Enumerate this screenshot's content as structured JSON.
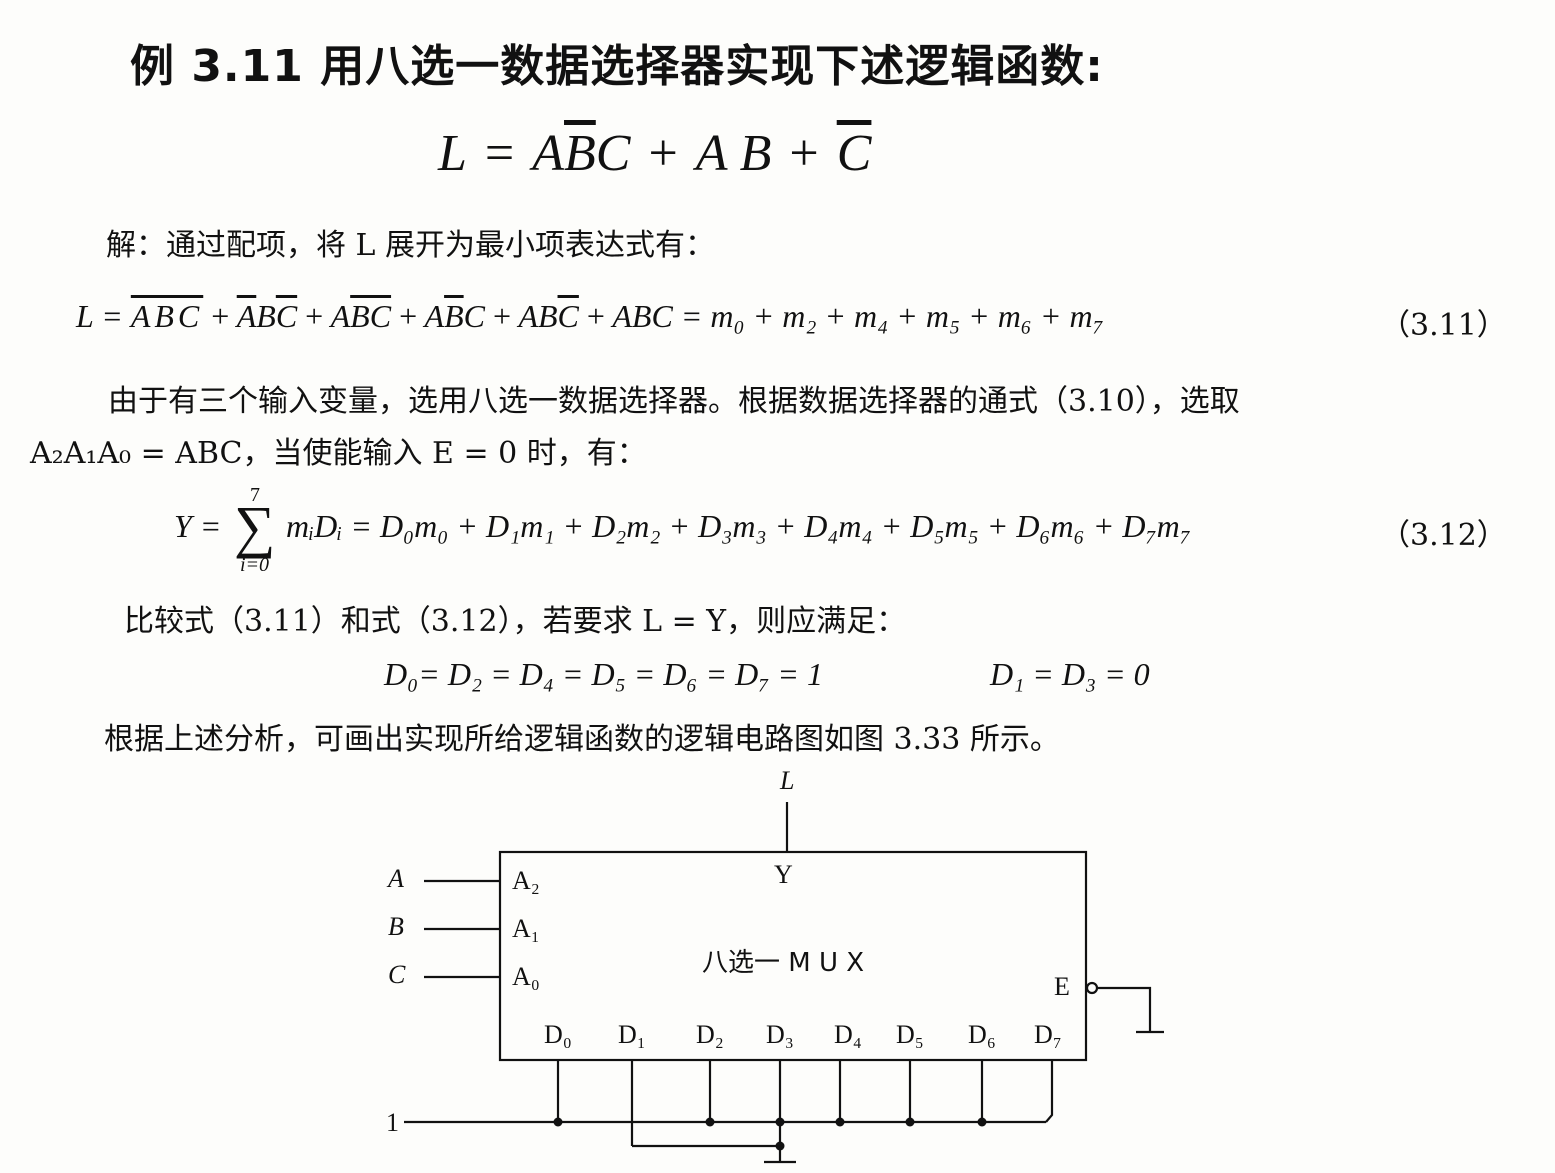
{
  "title": "例 3.11  用八选一数据选择器实现下述逻辑函数:",
  "main_equation": {
    "lhs": "L",
    "eq": "=",
    "t1a": "A",
    "t1b": "B",
    "t1c": "C",
    "plus": "+",
    "t2": "A B",
    "t3": "C"
  },
  "solution_intro": "解：通过配项，将 L 展开为最小项表达式有：",
  "eq311": {
    "L": "L =",
    "terms": [
      "ABC",
      "ABC",
      "ABC",
      "ABC",
      "ABC",
      "ABC"
    ],
    "rhs": "= m₀ + m₂ + m₄ + m₅ + m₆ + m₇",
    "number": "（3.11）"
  },
  "para2_line1": "由于有三个输入变量，选用八选一数据选择器。根据数据选择器的通式（3.10），选取",
  "para2_line2": "A₂A₁A₀ = ABC，当使能输入 E = 0 时，有：",
  "eq312": {
    "lhs": "Y =",
    "sum_top": "7",
    "sum_bottom": "i=0",
    "rhs": "mᵢDᵢ = D₀m₀ + D₁m₁ + D₂m₂ + D₃m₃ + D₄m₄ + D₅m₅ + D₆m₆ + D₇m₇",
    "number": "（3.12）"
  },
  "compare": "比较式（3.11）和式（3.12），若要求 L = Y，则应满足：",
  "conditions": {
    "ones": "D₀= D₂ = D₄ = D₅ = D₆ = D₇ = 1",
    "zeros": "D₁ = D₃ = 0"
  },
  "conclusion": "根据上述分析，可画出实现所给逻辑函数的逻辑电路图如图 3.33 所示。",
  "circuit": {
    "output_label": "L",
    "y_pin": "Y",
    "block_label": "八选一    M U X",
    "inputs": [
      "A",
      "B",
      "C"
    ],
    "select_pins": [
      "A₂",
      "A₁",
      "A₀"
    ],
    "enable_pin": "E",
    "data_pins": [
      "D₀",
      "D₁",
      "D₂",
      "D₃",
      "D₄",
      "D₅",
      "D₆",
      "D₇"
    ],
    "one_label": "1"
  }
}
